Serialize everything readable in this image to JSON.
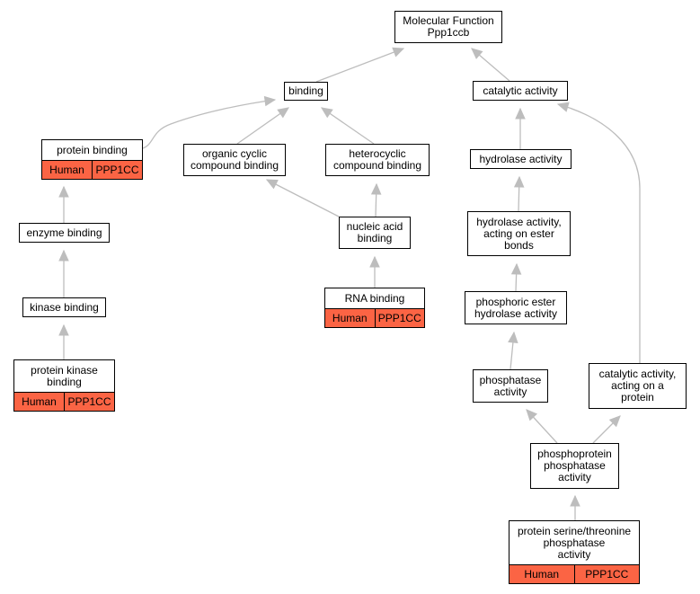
{
  "graph": {
    "colors": {
      "edge": "#bdbdbd",
      "annotation_fill": "#fb6444",
      "node_border": "#000000"
    },
    "nodes": {
      "mf": {
        "label": "Molecular Function\nPpp1ccb"
      },
      "binding": {
        "label": "binding"
      },
      "catalytic": {
        "label": "catalytic activity"
      },
      "protein_binding": {
        "label": "protein binding",
        "species": "Human",
        "gene": "PPP1CC"
      },
      "organic_cyclic": {
        "label": "organic cyclic\ncompound binding"
      },
      "heterocyclic": {
        "label": "heterocyclic\ncompound binding"
      },
      "hydrolase": {
        "label": "hydrolase activity"
      },
      "enzyme_binding": {
        "label": "enzyme binding"
      },
      "nucleic_acid": {
        "label": "nucleic acid\nbinding"
      },
      "hydrolase_ester": {
        "label": "hydrolase activity,\nacting on ester\nbonds"
      },
      "rna_binding": {
        "label": "RNA binding",
        "species": "Human",
        "gene": "PPP1CC"
      },
      "kinase_binding": {
        "label": "kinase binding"
      },
      "phosphoric_ester": {
        "label": "phosphoric ester\nhydrolase activity"
      },
      "protein_kinase_binding": {
        "label": "protein kinase\nbinding",
        "species": "Human",
        "gene": "PPP1CC"
      },
      "phosphatase": {
        "label": "phosphatase\nactivity"
      },
      "catalytic_protein": {
        "label": "catalytic activity,\nacting on a\nprotein"
      },
      "phosphoprotein_phosphatase": {
        "label": "phosphoprotein\nphosphatase\nactivity"
      },
      "ser_thr_phosphatase": {
        "label": "protein serine/threonine\nphosphatase\nactivity",
        "species": "Human",
        "gene": "PPP1CC"
      }
    },
    "edges": [
      {
        "from": "binding",
        "to": "mf"
      },
      {
        "from": "catalytic",
        "to": "mf"
      },
      {
        "from": "protein_binding",
        "to": "binding"
      },
      {
        "from": "organic_cyclic",
        "to": "binding"
      },
      {
        "from": "heterocyclic",
        "to": "binding"
      },
      {
        "from": "hydrolase",
        "to": "catalytic"
      },
      {
        "from": "catalytic_protein",
        "to": "catalytic"
      },
      {
        "from": "enzyme_binding",
        "to": "protein_binding"
      },
      {
        "from": "nucleic_acid",
        "to": "organic_cyclic"
      },
      {
        "from": "nucleic_acid",
        "to": "heterocyclic"
      },
      {
        "from": "hydrolase_ester",
        "to": "hydrolase"
      },
      {
        "from": "rna_binding",
        "to": "nucleic_acid"
      },
      {
        "from": "kinase_binding",
        "to": "enzyme_binding"
      },
      {
        "from": "phosphoric_ester",
        "to": "hydrolase_ester"
      },
      {
        "from": "protein_kinase_binding",
        "to": "kinase_binding"
      },
      {
        "from": "phosphatase",
        "to": "phosphoric_ester"
      },
      {
        "from": "phosphoprotein_phosphatase",
        "to": "phosphatase"
      },
      {
        "from": "phosphoprotein_phosphatase",
        "to": "catalytic_protein"
      },
      {
        "from": "ser_thr_phosphatase",
        "to": "phosphoprotein_phosphatase"
      }
    ]
  }
}
